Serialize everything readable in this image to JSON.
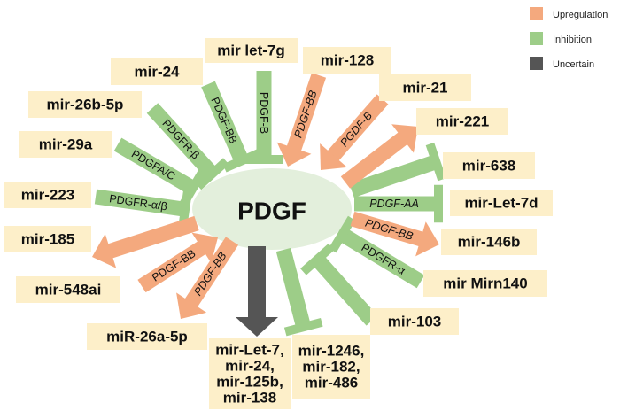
{
  "colors": {
    "upregulation": "#f4a97e",
    "inhibition": "#9dcd88",
    "uncertain": "#555555",
    "box": "#fdefc9",
    "center": "#e3efdc"
  },
  "legend": [
    {
      "label": "Upregulation",
      "type": "upregulation"
    },
    {
      "label": "Inhibition",
      "type": "inhibition"
    },
    {
      "label": "Uncertain",
      "type": "uncertain"
    }
  ],
  "center": {
    "label": "PDGF"
  },
  "mirnas": [
    {
      "lines": [
        "mir let-7g"
      ]
    },
    {
      "lines": [
        "mir-24"
      ]
    },
    {
      "lines": [
        "mir-128"
      ]
    },
    {
      "lines": [
        "mir-26b-5p"
      ]
    },
    {
      "lines": [
        "mir-21"
      ]
    },
    {
      "lines": [
        "mir-29a"
      ]
    },
    {
      "lines": [
        "mir-221"
      ]
    },
    {
      "lines": [
        "mir-638"
      ]
    },
    {
      "lines": [
        "mir-223"
      ]
    },
    {
      "lines": [
        "mir-Let-7d"
      ]
    },
    {
      "lines": [
        "mir-185"
      ]
    },
    {
      "lines": [
        "mir-146b"
      ]
    },
    {
      "lines": [
        "mir-548ai"
      ]
    },
    {
      "lines": [
        "mir Mirn140"
      ]
    },
    {
      "lines": [
        "miR-26a-5p"
      ]
    },
    {
      "lines": [
        "mir-103"
      ]
    },
    {
      "lines": [
        "mir-Let-7,",
        "mir-24,",
        "mir-125b,",
        "mir-138"
      ]
    },
    {
      "lines": [
        "mir-1246,",
        "mir-182,",
        "mir-486"
      ]
    }
  ],
  "connections": [
    {
      "mirna": "mir let-7g",
      "type": "inhibition",
      "label": "PDGF-B",
      "italic": false
    },
    {
      "mirna": "mir-24",
      "type": "inhibition",
      "label": "PDGF-BB",
      "italic": false
    },
    {
      "mirna": "mir-26b-5p",
      "type": "inhibition",
      "label": "PDGFR-β",
      "italic": false
    },
    {
      "mirna": "mir-29a",
      "type": "inhibition",
      "label": "PDGFA/C",
      "italic": false
    },
    {
      "mirna": "mir-223",
      "type": "inhibition",
      "label": "PDGFR-α/β",
      "italic": false
    },
    {
      "mirna": "mir-638",
      "type": "inhibition",
      "label": "",
      "italic": false
    },
    {
      "mirna": "mir-Let-7d",
      "type": "inhibition",
      "label": "PDGF-AA",
      "italic": true
    },
    {
      "mirna": "mir Mirn140",
      "type": "inhibition",
      "label": "PDGFR-α",
      "italic": false
    },
    {
      "mirna": "mir-103",
      "type": "inhibition",
      "label": "",
      "italic": false
    },
    {
      "mirna": "mir-1246, mir-182, mir-486",
      "type": "inhibition",
      "label": "",
      "italic": false
    },
    {
      "mirna": "mir-128",
      "type": "upregulation",
      "label": "PDGF-BB",
      "italic": true
    },
    {
      "mirna": "mir-21",
      "type": "upregulation",
      "label": "PGDF-B",
      "italic": true
    },
    {
      "mirna": "mir-221",
      "type": "upregulation",
      "label": "",
      "italic": false
    },
    {
      "mirna": "mir-146b",
      "type": "upregulation",
      "label": "PDGF-BB",
      "italic": true
    },
    {
      "mirna": "mir-185",
      "type": "upregulation",
      "label": "",
      "italic": false
    },
    {
      "mirna": "mir-548ai",
      "type": "upregulation",
      "label": "PDGF-BB",
      "italic": false
    },
    {
      "mirna": "miR-26a-5p",
      "type": "upregulation",
      "label": "PDGF-BB",
      "italic": true
    },
    {
      "mirna": "mir-Let-7, mir-24, mir-125b, mir-138",
      "type": "uncertain",
      "label": "",
      "italic": false
    }
  ]
}
